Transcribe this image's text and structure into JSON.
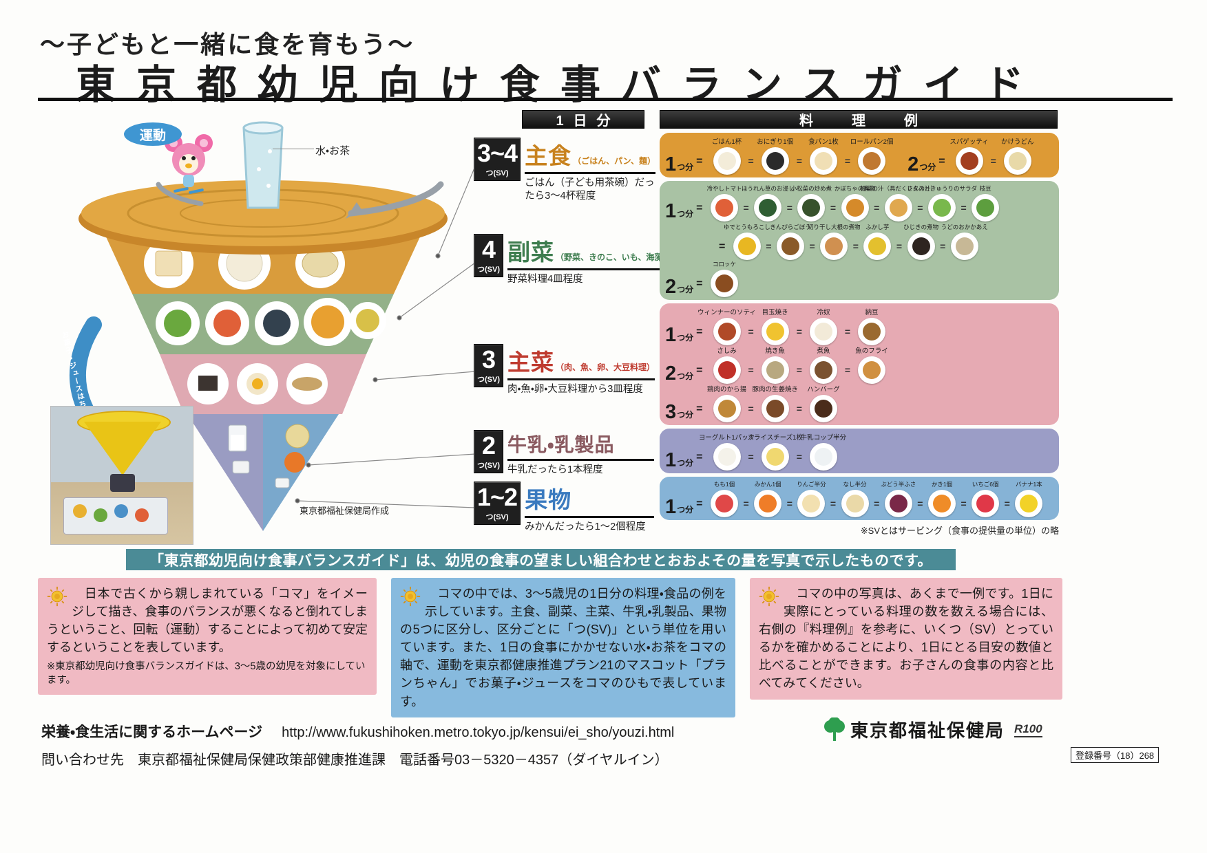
{
  "header": {
    "subtitle": "～子どもと一緒に食を育もう～",
    "title": "東京都幼児向け食事バランスガイド"
  },
  "koma": {
    "exercise_label": "運動",
    "water_label": "水・お茶",
    "ribbon_label": "お菓子・ジュースはちょうどよい量を楽しく",
    "credit": "東京都福祉保健局作成"
  },
  "daily": {
    "header": "1日分",
    "items": [
      {
        "count": "3~4",
        "unit": "つ(SV)",
        "label": "主食",
        "paren": "（ごはん、パン、麺）",
        "desc": "ごはん（子ども用茶碗）だったら3～4杯程度",
        "color": "#c8821e"
      },
      {
        "count": "4",
        "unit": "つ(SV)",
        "label": "副菜",
        "paren": "（野菜、きのこ、いも、海藻料理）",
        "desc": "野菜料理4皿程度",
        "color": "#3e7d4f"
      },
      {
        "count": "3",
        "unit": "つ(SV)",
        "label": "主菜",
        "paren": "（肉、魚、卵、大豆料理）",
        "desc": "肉・魚・卵・大豆料理から3皿程度",
        "color": "#bf3b2f"
      },
      {
        "count": "2",
        "unit": "つ(SV)",
        "label": "牛乳・乳製品",
        "paren": "",
        "desc": "牛乳だったら1本程度",
        "color": "#8a5a60"
      },
      {
        "count": "1~2",
        "unit": "つ(SV)",
        "label": "果物",
        "paren": "",
        "desc": "みかんだったら1～2個程度",
        "color": "#3a7abf"
      }
    ]
  },
  "examples": {
    "header": "料理例",
    "note": "※SVとはサービング（食事の提供量の単位）の略",
    "rows": [
      {
        "bg": "#dd9a35",
        "lines": [
          {
            "amount": "1",
            "suffix": "つ分",
            "items": [
              {
                "label": "ごはん1杯",
                "c": "#f3ecd9"
              },
              {
                "label": "おにぎり1個",
                "c": "#2b2b2b"
              },
              {
                "label": "食パン1枚",
                "c": "#f0dfb5"
              },
              {
                "label": "ロールパン2個",
                "c": "#c07830"
              }
            ]
          },
          {
            "amount": "2",
            "suffix": "つ分",
            "items": [
              {
                "label": "スパゲッティ",
                "c": "#a33f20"
              },
              {
                "label": "かけうどん",
                "c": "#e8d9a8"
              }
            ]
          }
        ]
      },
      {
        "bg": "#a9c2a4",
        "lines": [
          {
            "amount": "1",
            "suffix": "つ分",
            "items": [
              {
                "label": "冷やしトマト",
                "c": "#e06038"
              },
              {
                "label": "ほうれん草のお浸し",
                "c": "#2f5e33"
              },
              {
                "label": "小松菜の炒め煮",
                "c": "#37522c"
              },
              {
                "label": "かぼちゃの煮物",
                "c": "#d58a2a"
              },
              {
                "label": "根菜の汁（具だくさんの汁）",
                "c": "#e0a84f"
              },
              {
                "label": "レタスときゅうりのサラダ",
                "c": "#79b84c"
              },
              {
                "label": "枝豆",
                "c": "#5d9e3e"
              }
            ]
          },
          {
            "amount": "",
            "suffix": "",
            "items": [
              {
                "label": "ゆでとうもろこし",
                "c": "#e8b722"
              },
              {
                "label": "きんぴらごぼう",
                "c": "#8a5a28"
              },
              {
                "label": "切り干し大根の煮物",
                "c": "#d09050"
              },
              {
                "label": "ふかし芋",
                "c": "#e3c02e"
              },
              {
                "label": "ひじきの煮物",
                "c": "#2e2520"
              },
              {
                "label": "うどのおかかあえ",
                "c": "#c7b896"
              }
            ]
          },
          {
            "amount": "2",
            "suffix": "つ分",
            "items": [
              {
                "label": "コロッケ",
                "c": "#8a4d20"
              }
            ]
          }
        ]
      },
      {
        "bg": "#e6aab3",
        "lines": [
          {
            "amount": "1",
            "suffix": "つ分",
            "items": [
              {
                "label": "ウィンナーのソティ",
                "c": "#b04a28"
              },
              {
                "label": "目玉焼き",
                "c": "#f0c330"
              },
              {
                "label": "冷奴",
                "c": "#f2ead8"
              },
              {
                "label": "納豆",
                "c": "#9a6a30"
              }
            ]
          },
          {
            "amount": "2",
            "suffix": "つ分",
            "items": [
              {
                "label": "さしみ",
                "c": "#c03028"
              },
              {
                "label": "焼き魚",
                "c": "#b8a880"
              },
              {
                "label": "煮魚",
                "c": "#7a5230"
              },
              {
                "label": "魚のフライ",
                "c": "#d09040"
              }
            ]
          },
          {
            "amount": "3",
            "suffix": "つ分",
            "items": [
              {
                "label": "鶏肉のから揚",
                "c": "#c08838"
              },
              {
                "label": "豚肉の生姜焼き",
                "c": "#7a4a28"
              },
              {
                "label": "ハンバーグ",
                "c": "#4a2c1a"
              }
            ]
          }
        ]
      },
      {
        "bg": "#9b9dc6",
        "lines": [
          {
            "amount": "1",
            "suffix": "つ分",
            "items": [
              {
                "label": "ヨーグルト1パック",
                "c": "#f4f2ea"
              },
              {
                "label": "スライスチーズ1枚",
                "c": "#f0d870"
              },
              {
                "label": "牛乳コップ半分",
                "c": "#eef2f4"
              }
            ]
          }
        ]
      },
      {
        "bg": "#86b3d6",
        "lines": [
          {
            "amount": "1",
            "suffix": "つ分",
            "items": [
              {
                "label": "もも1個",
                "c": "#e04848"
              },
              {
                "label": "みかん1個",
                "c": "#ef7d28"
              },
              {
                "label": "りんご半分",
                "c": "#f2e0b0"
              },
              {
                "label": "なし半分",
                "c": "#ead9a8"
              },
              {
                "label": "ぶどう半ふさ",
                "c": "#7a2848"
              },
              {
                "label": "かき1個",
                "c": "#ef8c28"
              },
              {
                "label": "いちご6個",
                "c": "#e03848"
              },
              {
                "label": "バナナ1本",
                "c": "#f2d228"
              }
            ]
          }
        ]
      }
    ]
  },
  "banner": "「東京都幼児向け食事バランスガイド」は、幼児の食事の望ましい組合わせとおおよその量を写真で示したものです。",
  "boxes": [
    {
      "bg": "#f0bac3",
      "text": "　日本で古くから親しまれている「コマ」をイメージして描き、食事のバランスが悪くなると倒れてしまうということ、回転（運動）することによって初めて安定するということを表しています。",
      "note": "※東京都幼児向け食事バランスガイドは、3～5歳の幼児を対象にしています。"
    },
    {
      "bg": "#87bade",
      "text": "　コマの中では、3～5歳児の1日分の料理・食品の例を示しています。主食、副菜、主菜、牛乳・乳製品、果物の5つに区分し、区分ごとに「つ(SV)」という単位を用いています。また、1日の食事にかかせない水・お茶をコマの軸で、運動を東京都健康推進プラン21のマスコット「プランちゃん」でお菓子・ジュースをコマのひもで表しています。",
      "note": ""
    },
    {
      "bg": "#f0bac3",
      "text": "　コマの中の写真は、あくまで一例です。1日に実際にとっている料理の数を数える場合には、右側の『料理例』を参考に、いくつ（SV）とっているかを確かめることにより、1日にとる目安の数値と比べることができます。お子さんの食事の内容と比べてみてください。",
      "note": ""
    }
  ],
  "footer": {
    "homepage_label": "栄養・食生活に関するホームページ",
    "homepage_url": "http://www.fukushihoken.metro.tokyo.jp/kensui/ei_sho/youzi.html",
    "contact": "問い合わせ先　東京都福祉保健局保健政策部健康推進課　電話番号03－5320－4357（ダイヤルイン）",
    "org": "東京都福祉保健局",
    "recycle_mark": "R100",
    "registration": "登録番号（18）268"
  },
  "colors": {
    "banner_bg": "#4b8b96",
    "bar_bg": "#1d1d1d",
    "plate_orange": "#d99c3c",
    "band_green": "#93b189",
    "band_pink": "#dfa9b2",
    "cone_purple": "#9a9cc2",
    "cone_blue": "#7aa8cc"
  }
}
